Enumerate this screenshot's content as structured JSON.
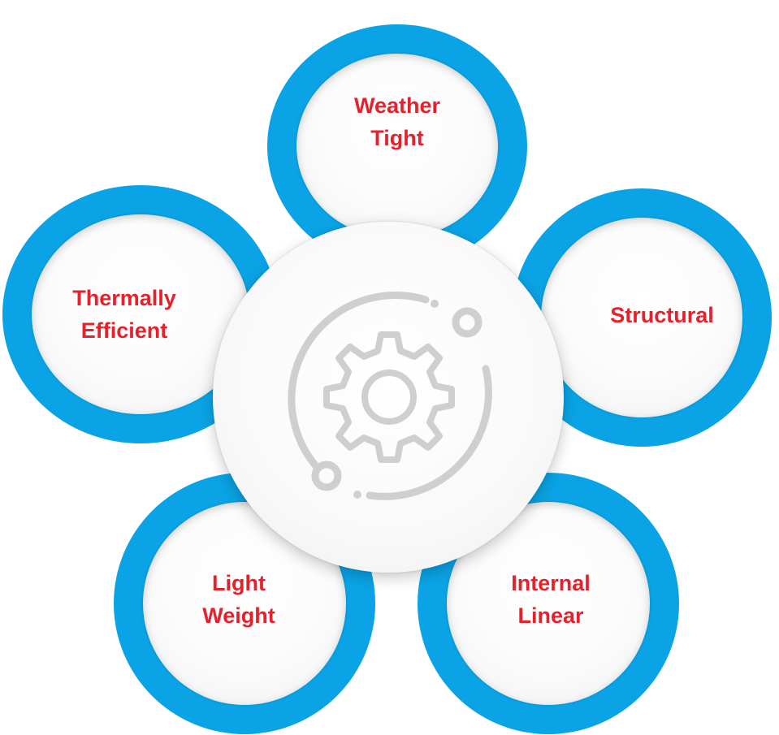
{
  "diagram": {
    "center_icon": "gear-icon",
    "colors": {
      "ring": "#0aa4e6",
      "label": "#e5222c",
      "icon": "#cfcfcf"
    },
    "nodes": [
      {
        "id": "weather",
        "label": "Weather\nTight"
      },
      {
        "id": "thermal",
        "label": "Thermally\nEfficient"
      },
      {
        "id": "structural",
        "label": "Structural"
      },
      {
        "id": "light",
        "label": "Light\nWeight"
      },
      {
        "id": "internal",
        "label": "Internal\nLinear"
      }
    ]
  }
}
